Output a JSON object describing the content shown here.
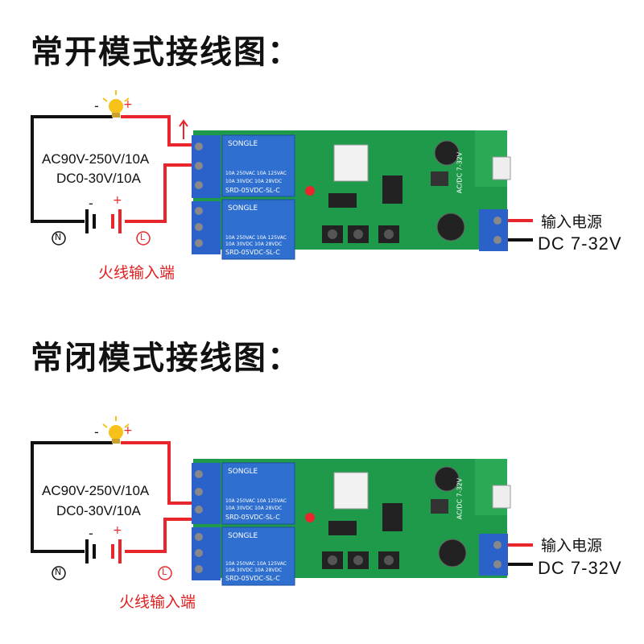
{
  "sections": [
    {
      "title": "常开模式接线图：",
      "rating_ac": "AC90V-250V/10A",
      "rating_dc": "DC0-30V/10A",
      "neutral_symbol": "N",
      "live_symbol": "L",
      "live_input_label": "火线输入端",
      "power_input_label": "输入电源",
      "power_range": "DC 7-32V",
      "lamp_minus": "-",
      "lamp_plus": "+",
      "battery_minus": "-",
      "battery_plus": "+",
      "relay_brand": "SONGLE",
      "relay_model": "SRD-05VDC-SL-C",
      "relay_rating_left": "10A 250VAC  10A 125VAC",
      "relay_rating_right": "10A  30VDC  10A  28VDC",
      "acdc_label": "AC/DC 7-32V",
      "mode": "normally-open"
    },
    {
      "title": "常闭模式接线图：",
      "rating_ac": "AC90V-250V/10A",
      "rating_dc": "DC0-30V/10A",
      "neutral_symbol": "N",
      "live_symbol": "L",
      "live_input_label": "火线输入端",
      "power_input_label": "输入电源",
      "power_range": "DC 7-32V",
      "lamp_minus": "-",
      "lamp_plus": "+",
      "battery_minus": "-",
      "battery_plus": "+",
      "relay_brand": "SONGLE",
      "relay_model": "SRD-05VDC-SL-C",
      "relay_rating_left": "10A 250VAC  10A 125VAC",
      "relay_rating_right": "10A  30VDC  10A  28VDC",
      "acdc_label": "AC/DC 7-32V",
      "mode": "normally-closed"
    }
  ],
  "colors": {
    "wire_red": "#e8262b",
    "wire_black": "#111111",
    "pcb_green": "#1f9a4a",
    "relay_blue": "#2f6fd0",
    "terminal_blue": "#2a62c9"
  }
}
